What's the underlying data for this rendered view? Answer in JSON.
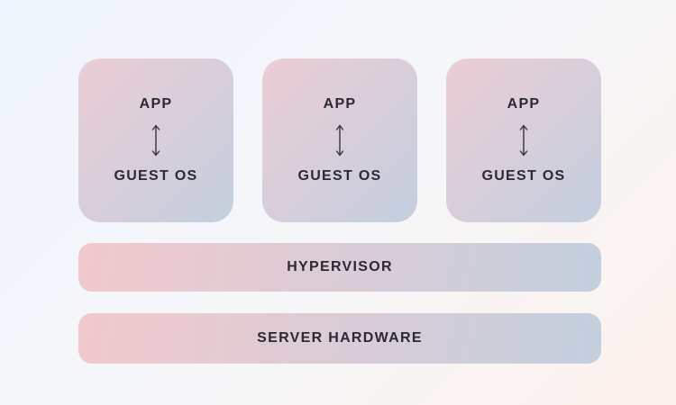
{
  "diagram": {
    "vm_boxes": [
      {
        "app_label": "APP",
        "os_label": "GUEST OS"
      },
      {
        "app_label": "APP",
        "os_label": "GUEST OS"
      },
      {
        "app_label": "APP",
        "os_label": "GUEST OS"
      }
    ],
    "hypervisor": {
      "label": "HYPERVISOR"
    },
    "server_hardware": {
      "label": "SERVER HARDWARE"
    },
    "icons": {
      "vm_arrow": "bidirectional-vertical-arrow"
    },
    "colors": {
      "background_start": "#eff5fc",
      "background_end": "#fdf2ee",
      "box_gradient_start": "#eccdd5",
      "box_gradient_end": "#c3cfdf",
      "bar_gradient_start": "#f2c9cd",
      "bar_gradient_end": "#c3cfde",
      "text_color": "#2b2933"
    }
  }
}
